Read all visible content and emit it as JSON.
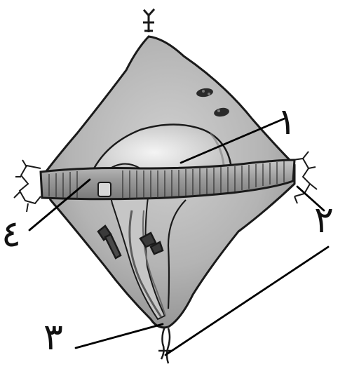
{
  "labels": {
    "one": "١",
    "two": "٢",
    "three": "٣",
    "four": "٤"
  },
  "colors": {
    "cell_fill": "#b9b9b9",
    "cell_dark": "#8e8e8e",
    "cell_light": "#d9d9d9",
    "girdle": "#a4a4a4",
    "outline": "#1a1a1a",
    "leader": "#000000"
  }
}
